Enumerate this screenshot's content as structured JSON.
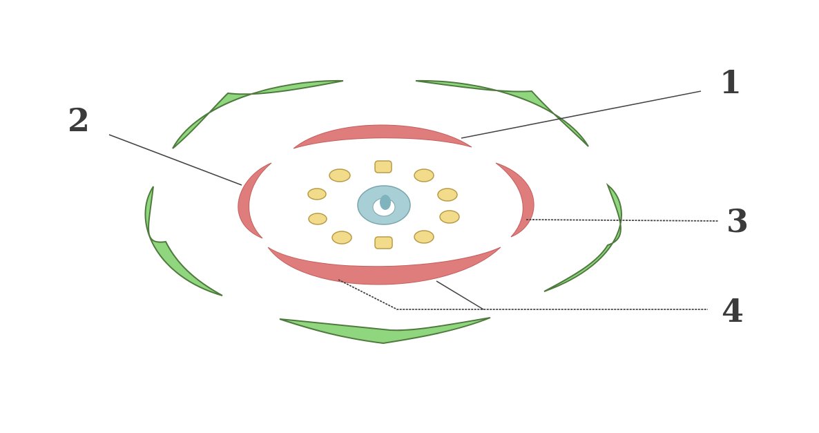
{
  "labels": {
    "label_1": "1",
    "label_2": "2",
    "label_3": "3",
    "label_4": "4"
  },
  "colors": {
    "sepal": "#8fd67e",
    "petal": "#de7d7b",
    "stamen": "#f2dc8c",
    "pistil": "#a9cfd6"
  }
}
